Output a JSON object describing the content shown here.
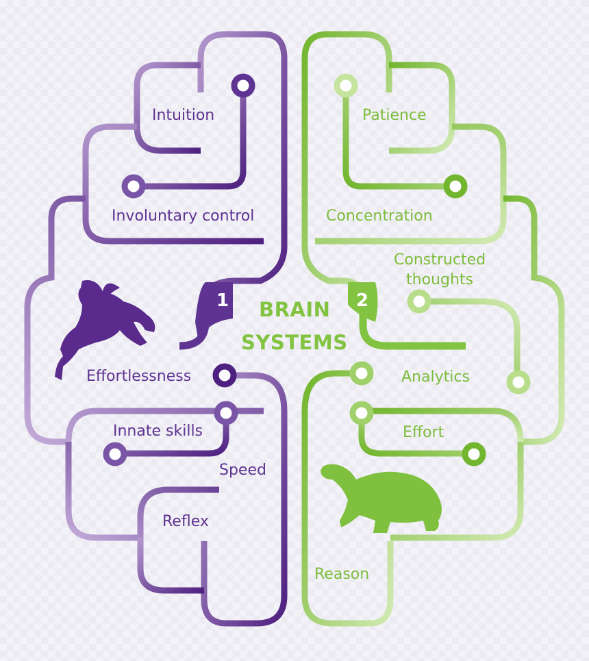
{
  "title": {
    "line1": "BRAIN",
    "line2": "SYSTEMS"
  },
  "system_1": {
    "number": "1",
    "color": "#5f3392",
    "labels": {
      "intuition": "Intuition",
      "involuntary_control": "Involuntary control",
      "effortlessness": "Effortlessness",
      "innate_skills": "Innate skills",
      "speed": "Speed",
      "reflex": "Reflex"
    },
    "icon": "rabbit-icon"
  },
  "system_2": {
    "number": "2",
    "color": "#7dbd3c",
    "labels": {
      "patience": "Patience",
      "concentration": "Concentration",
      "constructed_line1": "Constructed",
      "constructed_line2": "thoughts",
      "analytics": "Analytics",
      "effort": "Effort",
      "reason": "Reason"
    },
    "icon": "tortoise-icon"
  }
}
